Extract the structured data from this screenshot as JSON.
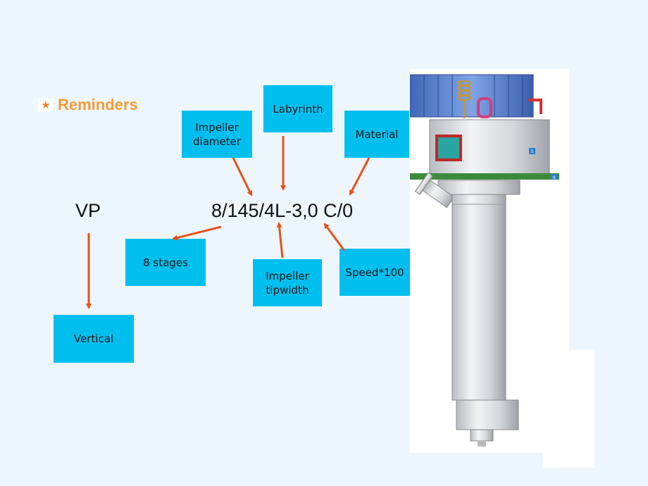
{
  "header": {
    "star_icon": "star-icon",
    "title": "Reminders"
  },
  "code": {
    "series": "VP",
    "designation": "8/145/4L-3,0 C/0"
  },
  "labels": {
    "impeller_diameter": "Impeller\ndiameter",
    "labyrinth": "Labyrinth",
    "material": "Material",
    "stages": "8 stages",
    "impeller_tipwidth": "Impeller\ntipwidth",
    "speed": "Speed*100",
    "vertical": "Vertical"
  },
  "pump": {
    "badge_top": "5",
    "badge_flange": "9"
  },
  "colors": {
    "background": "#eef6fd",
    "box": "#00bfef",
    "arrow": "#e8501a",
    "title": "#f39c36"
  }
}
